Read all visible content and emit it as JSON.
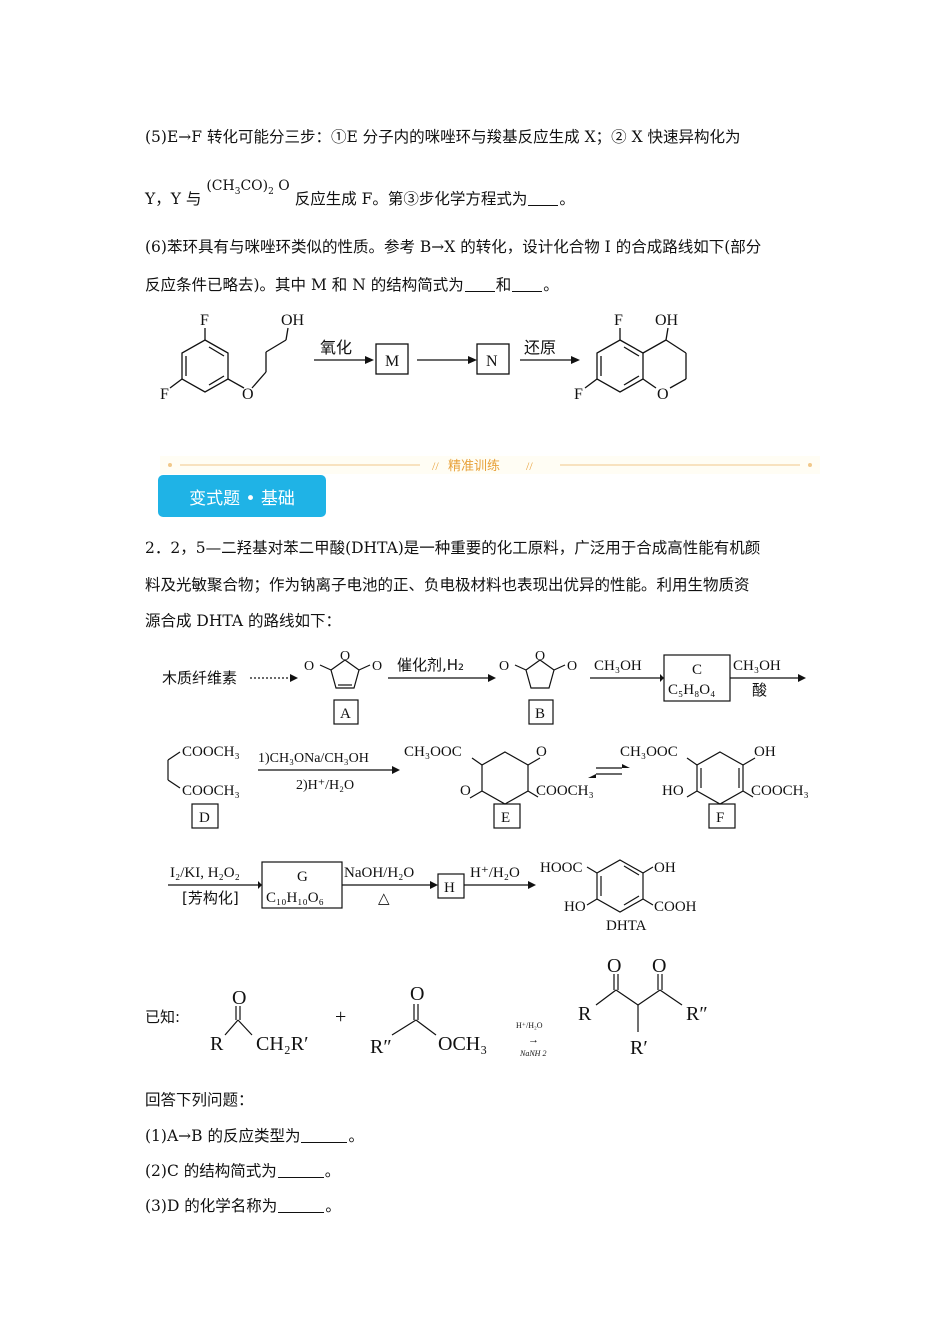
{
  "q5": {
    "line1": "(5)E→F 转化可能分三步：①E 分子内的咪唑环与羧基反应生成 X；② X 快速异构化为",
    "line2_pre": "Y，Y 与",
    "reagent": "(CH3CO)2O",
    "line2_post": "反应生成 F。第③步化学方程式为",
    "line2_end": "。"
  },
  "q6": {
    "line1": "(6)苯环具有与咪唑环类似的性质。参考 B→X 的转化，设计化合物 I 的合成路线如下(部分",
    "line2_pre": "反应条件已略去)。其中 M 和 N 的结构简式为",
    "line2_mid": "和",
    "line2_end": "。"
  },
  "scheme1": {
    "oxidation": "氧化",
    "reduction": "还原",
    "box_m": "M",
    "box_n": "N",
    "f": "F",
    "oh": "OH",
    "o": "O"
  },
  "section": {
    "banner": "精准训练",
    "badge": "变式题 • 基础"
  },
  "q2": {
    "line1": "2．2，5—二羟基对苯二甲酸(DHTA)是一种重要的化工原料，广泛用于合成高性能有机颜",
    "line2": "料及光敏聚合物；作为钠离子电池的正、负电极材料也表现出优异的性能。利用生物质资",
    "line3": "源合成 DHTA 的路线如下："
  },
  "scheme2": {
    "start": "木质纤维素",
    "cat": "催化剂,H₂",
    "ch3oh": "CH₃OH",
    "acid": "酸",
    "c_label": "C",
    "c_formula": "C₅H₈O₄",
    "cooch3": "COOCH₃",
    "ch3ooc": "CH₃OOC",
    "step_d1": "1)CH₃ONa/CH₃OH",
    "step_d2": "2)H⁺/H₂O",
    "ho": "HO",
    "oh": "OH",
    "o": "O",
    "iodine": "I₂/KI, H₂O₂",
    "aromatize": "[芳构化]",
    "g_label": "G",
    "g_formula": "C₁₀H₁₀O₆",
    "naoh": "NaOH/H₂O",
    "heat": "△",
    "acid_work": "H⁺/H₂O",
    "hooc": "HOOC",
    "cooh": "COOH",
    "dhta": "DHTA",
    "labels": [
      "A",
      "B",
      "D",
      "E",
      "F",
      "H"
    ]
  },
  "known": {
    "label": "已知:",
    "r": "R",
    "ch2r": "CH₂R′",
    "plus": "+",
    "r2": "R″",
    "och3": "OCH₃",
    "cond_top": "H⁺/H₂O",
    "arrow": "→",
    "cond_bottom": "NaNH 2",
    "prod_r": "R",
    "prod_r2": "R″",
    "prod_r1": "R′",
    "o": "O"
  },
  "questions": {
    "intro": "回答下列问题：",
    "q1_pre": "(1)A→B 的反应类型为",
    "q2_pre": "(2)C 的结构简式为",
    "q3_pre": "(3)D 的化学名称为",
    "end": "。"
  }
}
